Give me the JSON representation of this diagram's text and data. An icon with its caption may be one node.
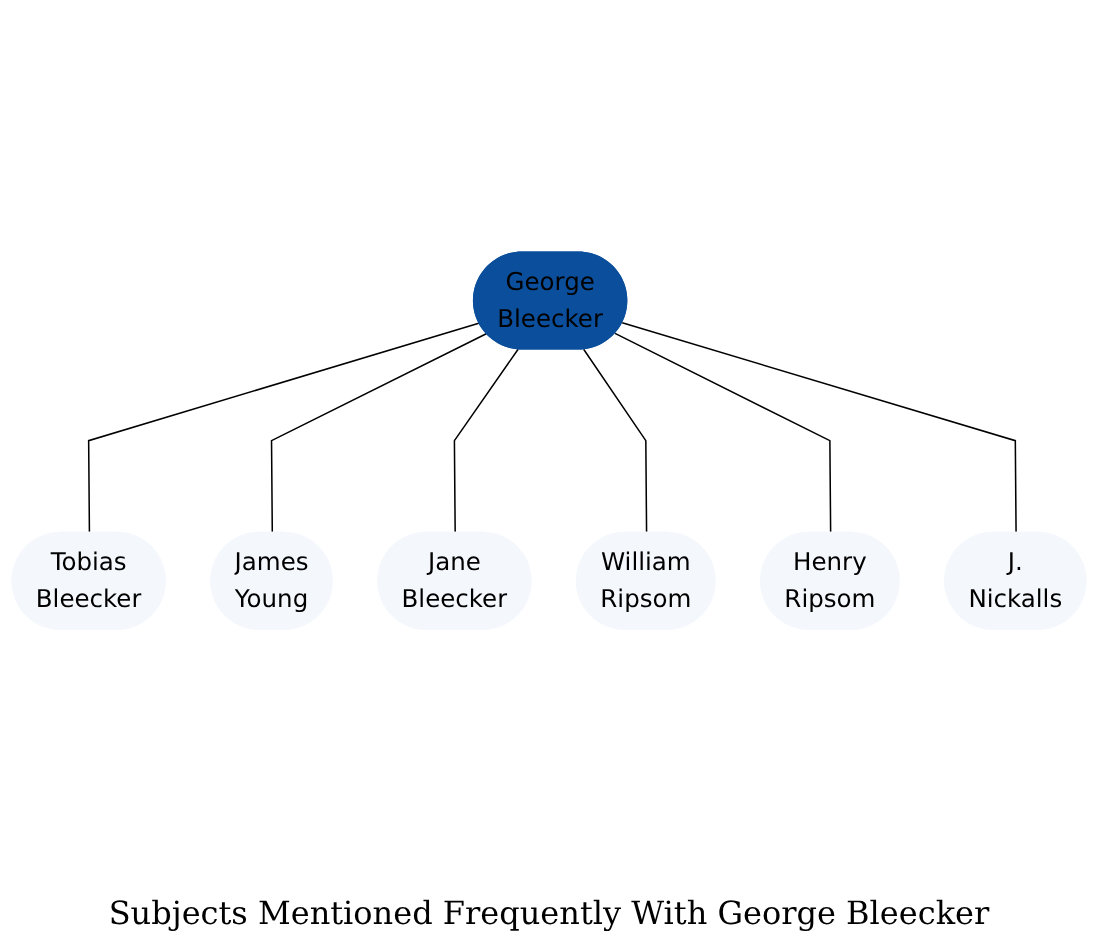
{
  "diagram": {
    "caption": "Subjects Mentioned Frequently With George Bleecker",
    "nodes": [
      {
        "text": [
          "George Bleecker"
        ]
      },
      {
        "text": [
          "Tobias Bleecker"
        ]
      },
      {
        "text": [
          "James Young"
        ]
      },
      {
        "text": [
          "Jane Bleecker"
        ]
      },
      {
        "text": [
          "William Ripsom"
        ]
      },
      {
        "text": [
          "Henry Ripsom"
        ]
      },
      {
        "text": [
          "J. Nickalls"
        ]
      }
    ],
    "edges": [
      {
        "from": 0,
        "to": 1,
        "arrow": "none"
      },
      {
        "from": 0,
        "to": 2,
        "arrow": "none"
      },
      {
        "from": 0,
        "to": 3,
        "arrow": "none"
      },
      {
        "from": 0,
        "to": 4,
        "arrow": "none"
      },
      {
        "from": 0,
        "to": 5,
        "arrow": "none"
      },
      {
        "from": 0,
        "to": 6,
        "arrow": "none"
      }
    ]
  }
}
